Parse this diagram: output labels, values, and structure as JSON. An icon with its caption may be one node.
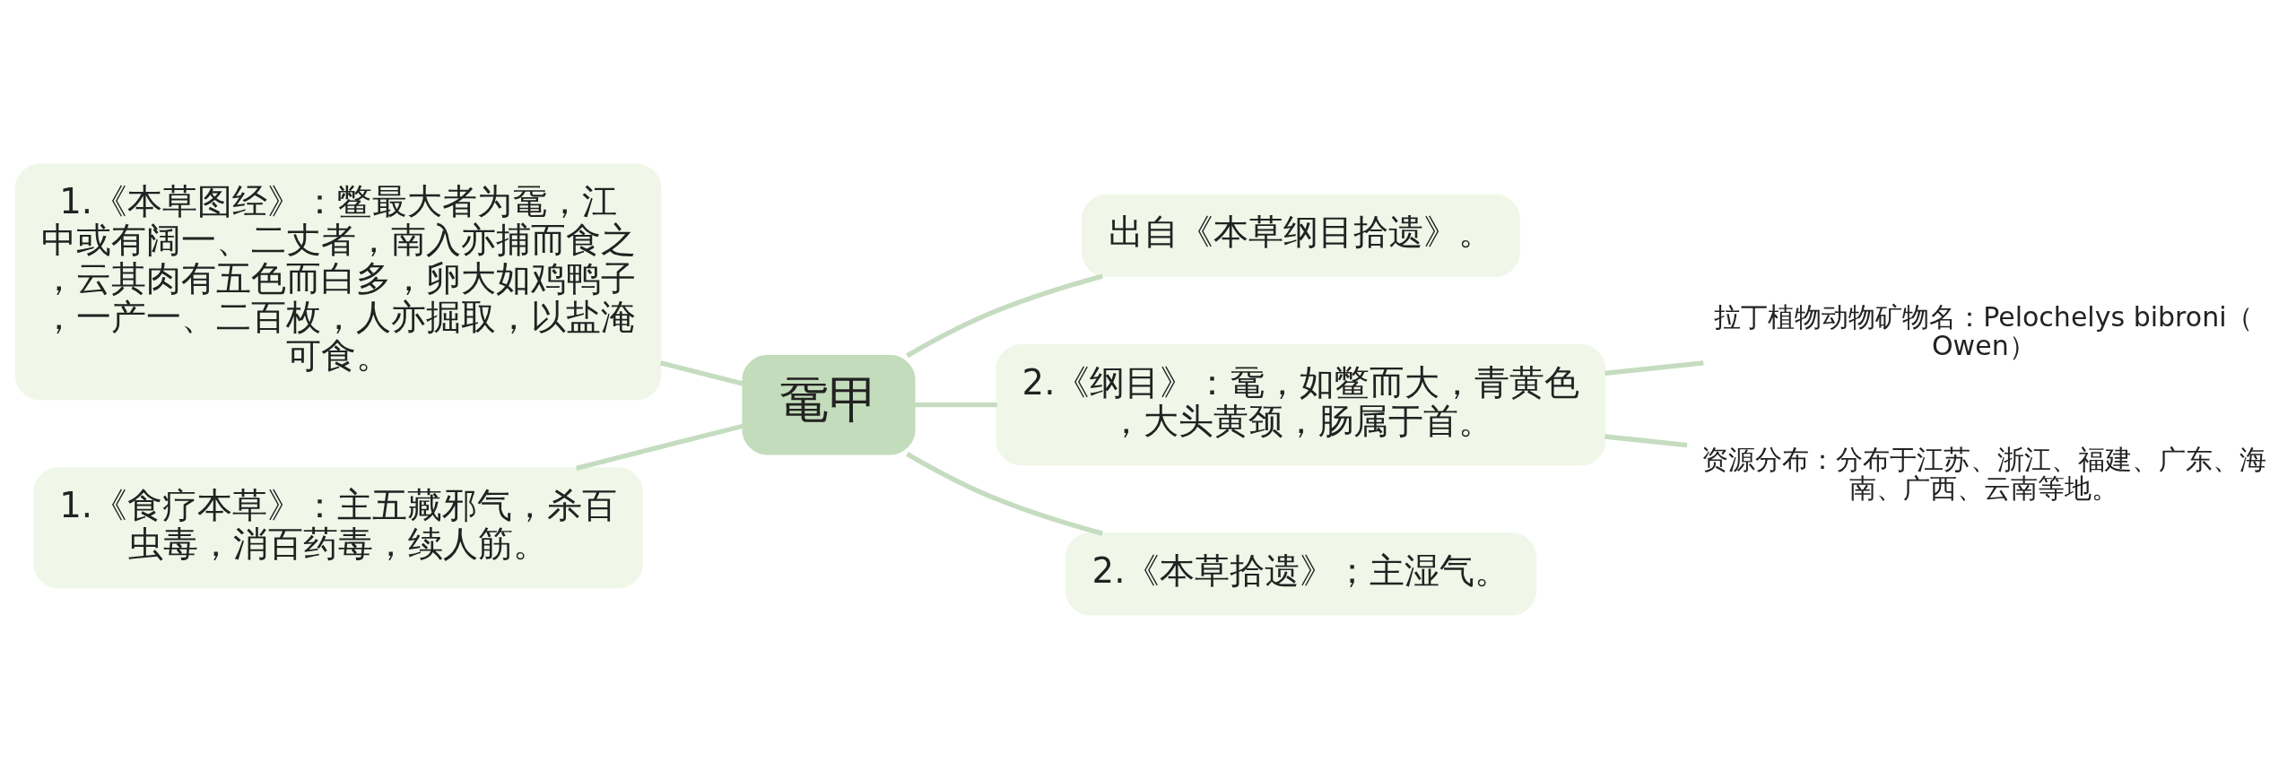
{
  "diagram": {
    "nodes": [
      {
        "text": [
          "鼋甲"
        ]
      },
      {
        "text": [
          "1.《本草图经》：鳖最大者为鼋，江中或有阔一、二丈者，南入亦捕而食之，云其肉有五色而白多，卵大如鸡鸭子，一产一、二百枚，人亦掘取，以盐淹可食。"
        ]
      },
      {
        "text": [
          "1.《食疗本草》：主五藏邪气，杀百虫毒，消百药毒，续人筋。"
        ]
      },
      {
        "text": [
          "出自《本草纲目拾遗》。"
        ]
      },
      {
        "text": [
          "2.《纲目》：鼋，如鳖而大，青黄色，大头黄颈，肠属于首。"
        ]
      },
      {
        "text": [
          "2.《本草拾遗》；主湿气。"
        ]
      },
      {
        "text": [
          "拉丁植物动物矿物名：Pelochelys bibroni（Owen）"
        ]
      },
      {
        "text": [
          "资源分布：分布于江苏、浙江、福建、广东、海南、广西、云南等地。"
        ]
      }
    ],
    "edges": [
      {
        "from": 0,
        "to": 1,
        "arrow": "none"
      },
      {
        "from": 0,
        "to": 2,
        "arrow": "none"
      },
      {
        "from": 0,
        "to": 3,
        "arrow": "none"
      },
      {
        "from": 0,
        "to": 4,
        "arrow": "none"
      },
      {
        "from": 0,
        "to": 5,
        "arrow": "none"
      },
      {
        "from": 4,
        "to": 6,
        "arrow": "none"
      },
      {
        "from": 4,
        "to": 7,
        "arrow": "none"
      }
    ]
  }
}
